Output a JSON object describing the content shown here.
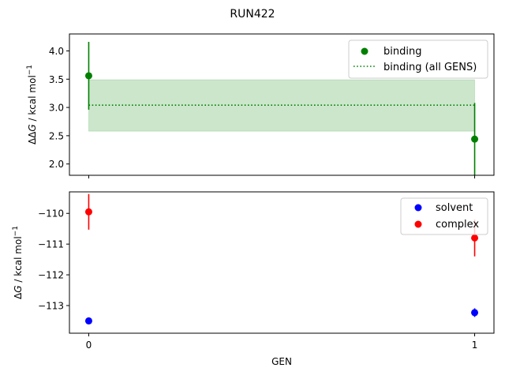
{
  "chart_data": [
    {
      "type": "scatter",
      "suptitle": "RUN422",
      "ylabel_parts": [
        "ΔΔ",
        "G",
        " / kcal mol",
        "−1"
      ],
      "ylim": [
        1.8,
        4.3
      ],
      "yticks": [
        2.0,
        2.5,
        3.0,
        3.5,
        4.0
      ],
      "ytick_labels": [
        "2.0",
        "2.5",
        "3.0",
        "3.5",
        "4.0"
      ],
      "xlim": [
        -0.05,
        1.05
      ],
      "series": [
        {
          "name": "binding",
          "color": "#008000",
          "x": [
            0,
            1
          ],
          "y": [
            3.56,
            2.44
          ],
          "err": [
            0.6,
            0.64
          ]
        }
      ],
      "band": {
        "name": "binding (all GENS)",
        "color": "#008000",
        "x_range": [
          0,
          1
        ],
        "mean": 3.04,
        "lower": 2.58,
        "upper": 3.49
      },
      "legend_location": "upper right",
      "legend": [
        "binding",
        "binding (all GENS)"
      ]
    },
    {
      "type": "scatter",
      "xlabel": "GEN",
      "ylabel_parts": [
        "Δ",
        "G",
        " / kcal mol",
        "−1"
      ],
      "ylim": [
        -113.9,
        -109.3
      ],
      "yticks": [
        -110,
        -111,
        -112,
        -113
      ],
      "ytick_labels": [
        "−110",
        "−111",
        "−112",
        "−113"
      ],
      "xlim": [
        -0.05,
        1.05
      ],
      "xticks": [
        0,
        1
      ],
      "xtick_labels": [
        "0",
        "1"
      ],
      "series": [
        {
          "name": "solvent",
          "color": "#0000ff",
          "x": [
            0,
            1
          ],
          "y": [
            -113.5,
            -113.23
          ],
          "err": [
            0.1,
            0.14
          ]
        },
        {
          "name": "complex",
          "color": "#ff0000",
          "x": [
            0,
            1
          ],
          "y": [
            -109.95,
            -110.8
          ],
          "err": [
            0.58,
            0.6
          ]
        }
      ],
      "legend_location": "upper right",
      "legend": [
        "solvent",
        "complex"
      ]
    }
  ]
}
